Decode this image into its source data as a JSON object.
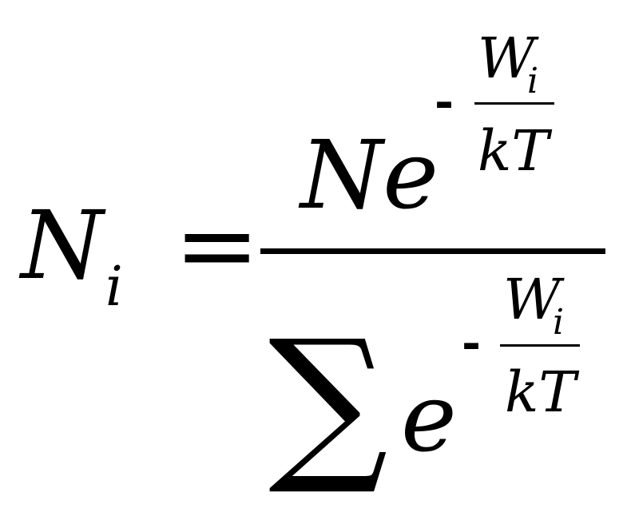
{
  "formula": {
    "lhs": {
      "symbol": "N",
      "subscript": "i"
    },
    "equals": "=",
    "numerator": {
      "prefix": "Ne",
      "exponent": {
        "sign": "-",
        "numerator": {
          "symbol": "W",
          "subscript": "i"
        },
        "denominator": "kT"
      }
    },
    "denominator": {
      "sum": "∑",
      "base": "e",
      "exponent": {
        "sign": "-",
        "numerator": {
          "symbol": "W",
          "subscript": "i"
        },
        "denominator": "kT"
      }
    }
  }
}
